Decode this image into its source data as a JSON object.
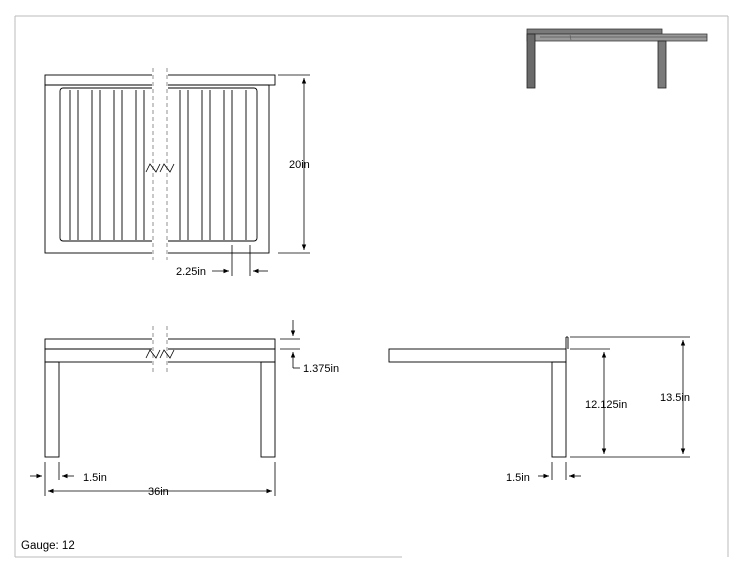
{
  "dimensions": {
    "depth": "20in",
    "slat_spacing": "2.25in",
    "top_thickness": "1.375in",
    "leg_width_front": "1.5in",
    "length": "36in",
    "leg_height": "12.125in",
    "total_height": "13.5in",
    "leg_width_side": "1.5in"
  },
  "gauge_label": "Gauge: 12"
}
